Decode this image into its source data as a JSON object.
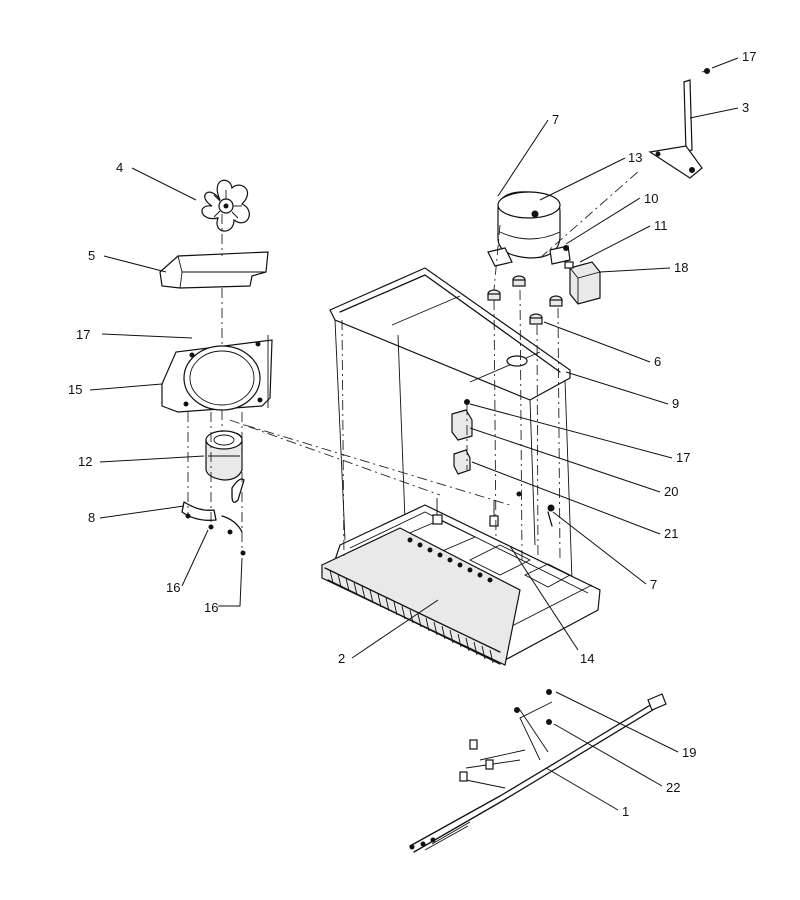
{
  "callouts": [
    {
      "id": "c17a",
      "text": "17"
    },
    {
      "id": "c3",
      "text": "3"
    },
    {
      "id": "c7a",
      "text": "7"
    },
    {
      "id": "c13",
      "text": "13"
    },
    {
      "id": "c10",
      "text": "10"
    },
    {
      "id": "c11",
      "text": "11"
    },
    {
      "id": "c18",
      "text": "18"
    },
    {
      "id": "c6",
      "text": "6"
    },
    {
      "id": "c9",
      "text": "9"
    },
    {
      "id": "c17b",
      "text": "17"
    },
    {
      "id": "c20",
      "text": "20"
    },
    {
      "id": "c21",
      "text": "21"
    },
    {
      "id": "c7b",
      "text": "7"
    },
    {
      "id": "c14",
      "text": "14"
    },
    {
      "id": "c2",
      "text": "2"
    },
    {
      "id": "c19",
      "text": "19"
    },
    {
      "id": "c22",
      "text": "22"
    },
    {
      "id": "c1",
      "text": "1"
    },
    {
      "id": "c4",
      "text": "4"
    },
    {
      "id": "c5",
      "text": "5"
    },
    {
      "id": "c17c",
      "text": "17"
    },
    {
      "id": "c15",
      "text": "15"
    },
    {
      "id": "c12",
      "text": "12"
    },
    {
      "id": "c8",
      "text": "8"
    },
    {
      "id": "c16a",
      "text": "16"
    },
    {
      "id": "c16b",
      "text": "16"
    }
  ]
}
